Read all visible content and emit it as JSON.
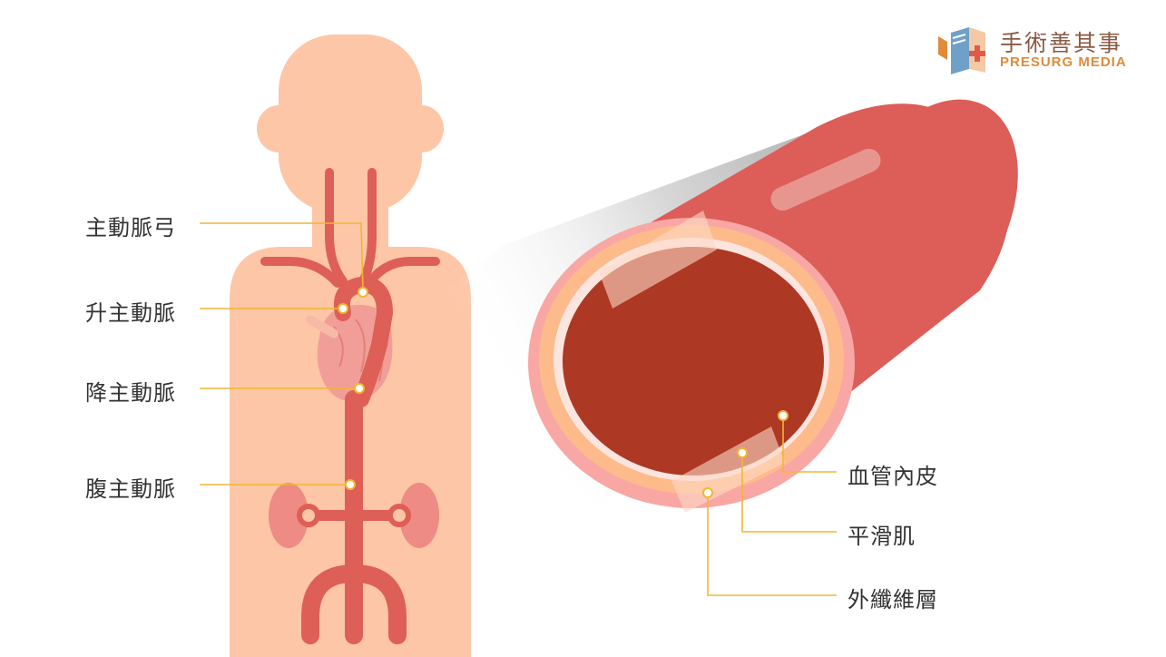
{
  "brand": {
    "name_cn": "手術善其事",
    "name_en": "PRESURG MEDIA"
  },
  "body_labels": [
    {
      "id": "aortic-arch",
      "text": "主動脈弓"
    },
    {
      "id": "ascending-aorta",
      "text": "升主動脈"
    },
    {
      "id": "descending-aorta",
      "text": "降主動脈"
    },
    {
      "id": "abdominal-aorta",
      "text": "腹主動脈"
    }
  ],
  "vessel_labels": [
    {
      "id": "endothelium",
      "text": "血管內皮"
    },
    {
      "id": "smooth-muscle",
      "text": "平滑肌"
    },
    {
      "id": "adventitia",
      "text": "外纖維層"
    }
  ],
  "colors": {
    "skin": "#fdc6a6",
    "artery": "#de5f56",
    "vessel_outer": "#dd5d58",
    "lumen": "#ad3824",
    "muscle_layer": "#fdbb8b",
    "adventitia_layer": "#f9a7a4",
    "kidney": "#ee8b84",
    "leader_line": "#f2b632",
    "brand_brown": "#8a5a44",
    "brand_orange": "#e08a3a"
  }
}
